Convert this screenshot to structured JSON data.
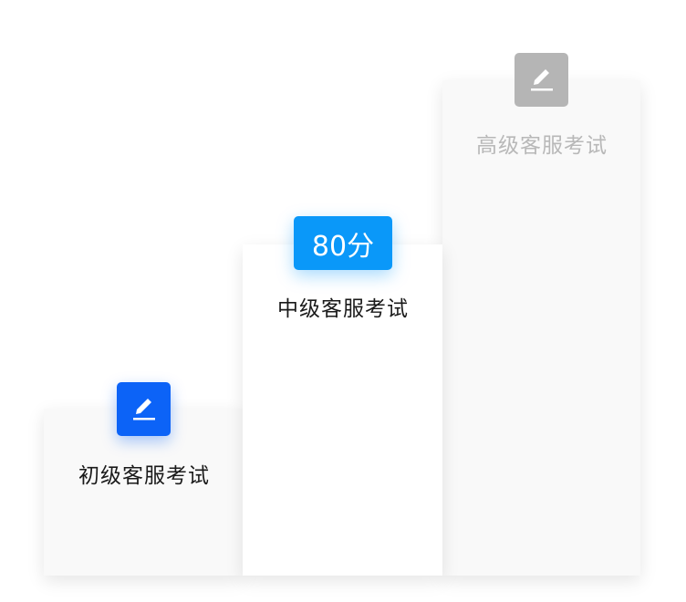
{
  "levels": [
    {
      "name": "初级客服考试",
      "status": "available",
      "icon": "edit-icon",
      "color": "#0c63f7"
    },
    {
      "name": "中级客服考试",
      "status": "completed",
      "score": "80分",
      "color": "#0a98f9"
    },
    {
      "name": "高级客服考试",
      "status": "locked",
      "icon": "edit-icon",
      "color": "#b5b5b5"
    }
  ]
}
